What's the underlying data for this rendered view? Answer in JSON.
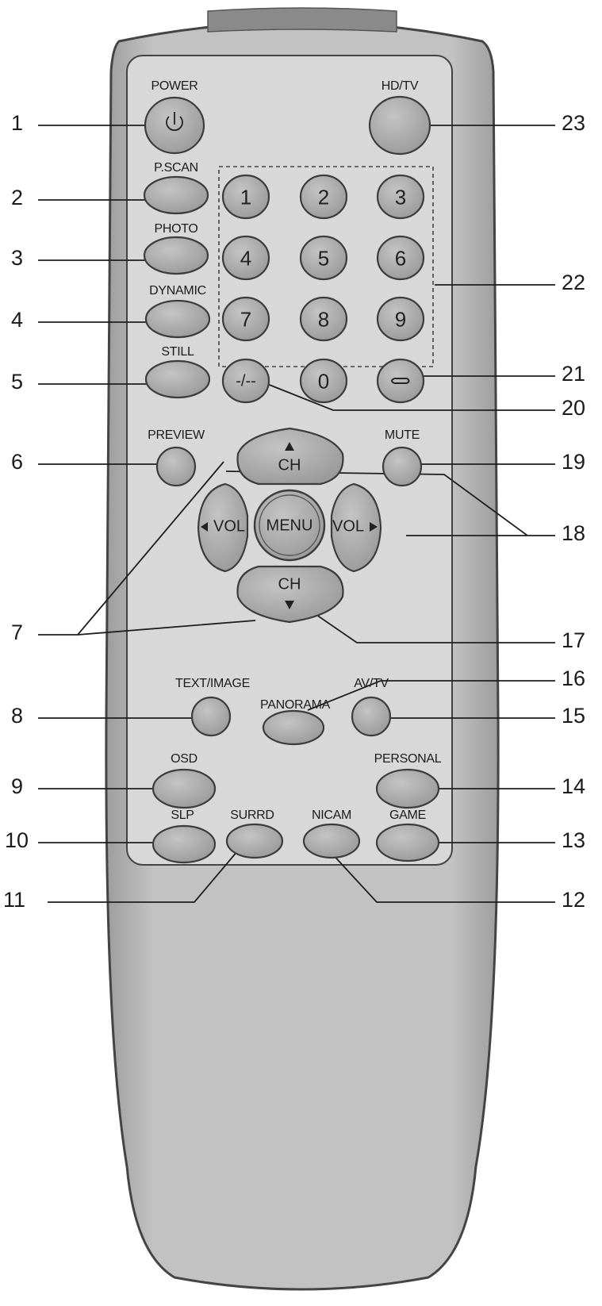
{
  "callouts": [
    "1",
    "2",
    "3",
    "4",
    "5",
    "6",
    "7",
    "8",
    "9",
    "10",
    "11",
    "12",
    "13",
    "14",
    "15",
    "16",
    "17",
    "18",
    "19",
    "20",
    "21",
    "22",
    "23"
  ],
  "buttons": {
    "power": "POWER",
    "pscan": "P.SCAN",
    "photo": "PHOTO",
    "dynamic": "DYNAMIC",
    "still": "STILL",
    "preview": "PREVIEW",
    "hdtv": "HD/TV",
    "mute": "MUTE",
    "ch": "CH",
    "vol": "VOL",
    "menu": "MENU",
    "text_image": "TEXT/IMAGE",
    "panorama": "PANORAMA",
    "avtv": "AV/TV",
    "osd": "OSD",
    "personal": "PERSONAL",
    "slp": "SLP",
    "surrd": "SURRD",
    "nicam": "NICAM",
    "game": "GAME"
  },
  "digits": [
    "1",
    "2",
    "3",
    "4",
    "5",
    "6",
    "7",
    "8",
    "9",
    "0"
  ],
  "dash_key": "-/--",
  "colors": {
    "body": "#b9b9b9",
    "panel": "#d6d6d6",
    "button": "#aaaaaa",
    "outline": "#3c3c3c",
    "leader": "#1e1e1e"
  }
}
